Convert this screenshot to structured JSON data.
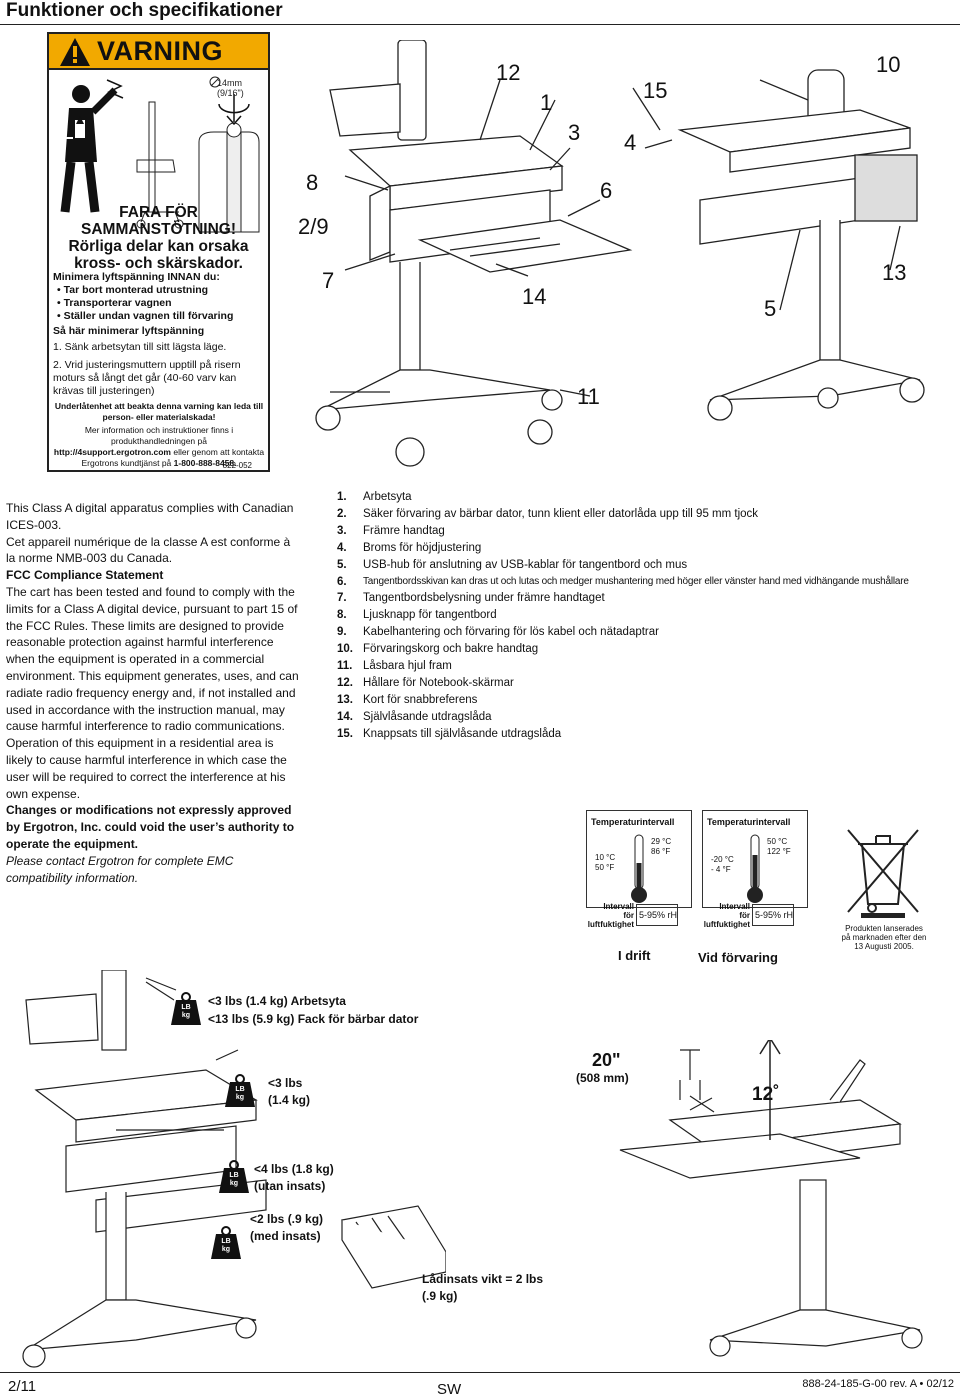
{
  "header": {
    "title": "Funktioner och specifikationer"
  },
  "warning": {
    "heading": "VARNING",
    "size_label": "14mm (9/16\")",
    "fara_lines": [
      "FARA FÖR",
      "SAMMANSTÖTNING!",
      "Rörliga delar kan orsaka",
      "kross- och skärskador."
    ],
    "minimize_intro": "Minimera lyftspänning INNAN du:",
    "bullets": [
      "Tar bort monterad utrustning",
      "Transporterar vagnen",
      "Ställer undan vagnen till förvaring"
    ],
    "how_to": "Så här minimerar lyftspänning",
    "step1": "1. Sänk arbetsytan till sitt lägsta läge.",
    "step2": "2. Vrid justeringsmuttern upptill på risern moturs så långt det går (40-60 varv kan krävas till justeringen)",
    "failure_warning": "Underlåtenhet att beakta denna varning kan leda till person- eller materialskada!",
    "more_info_a": "Mer information och instruktioner finns i produkthandledningen på ",
    "more_info_url": "http://4support.ergotron.com",
    "more_info_b": " eller genom att kontakta Ergotrons kundtjänst på ",
    "more_info_phone": "1-800-888-8458.",
    "label_code": "822-052"
  },
  "callouts": {
    "c8": "8",
    "c29": "2/9",
    "c7": "7",
    "c12": "12",
    "c1": "1",
    "c3": "3",
    "c15": "15",
    "c4": "4",
    "c6": "6",
    "c10": "10",
    "c14": "14",
    "c13": "13",
    "c5": "5",
    "c11": "11"
  },
  "legend": [
    {
      "num": "1.",
      "text": "Arbetsyta"
    },
    {
      "num": "2.",
      "text": "Säker förvaring av bärbar dator, tunn klient eller datorlåda upp till 95 mm tjock"
    },
    {
      "num": "3.",
      "text": "Främre handtag"
    },
    {
      "num": "4.",
      "text": "Broms för höjdjustering"
    },
    {
      "num": "5.",
      "text": "USB-hub för anslutning av USB-kablar för tangentbord och mus"
    },
    {
      "num": "6.",
      "text": "Tangentbordsskivan kan dras ut och lutas och medger mushantering med höger eller vänster hand med vidhängande mushållare"
    },
    {
      "num": "7.",
      "text": "Tangentbordsbelysning under främre handtaget"
    },
    {
      "num": "8.",
      "text": "Ljusknapp för tangentbord"
    },
    {
      "num": "9.",
      "text": "Kabelhantering och förvaring för lös kabel och nätadaptrar"
    },
    {
      "num": "10.",
      "text": "Förvaringskorg och bakre handtag"
    },
    {
      "num": "11.",
      "text": "Låsbara hjul fram"
    },
    {
      "num": "12.",
      "text": "Hållare för Notebook-skärmar"
    },
    {
      "num": "13.",
      "text": "Kort för snabbreferens"
    },
    {
      "num": "14.",
      "text": "Självlåsande utdragslåda"
    },
    {
      "num": "15.",
      "text": "Knappsats till självlåsande utdragslåda"
    }
  ],
  "compliance": {
    "p1": "This Class A digital apparatus complies with Canadian ICES-003.",
    "p2": "Cet appareil numérique de la classe A est conforme à la norme NMB-003 du Canada.",
    "fcc_title": "FCC Compliance Statement",
    "p3": "The cart has been tested and found to comply with the limits for a Class A digital device, pursuant to part 15 of the FCC Rules. These limits are designed to provide reasonable protection against harmful interference when the equipment is operated in a commercial environment. This equipment generates, uses, and can radiate radio frequency energy and, if not installed and used in accordance with the instruction manual, may cause harmful interference to radio communications. Operation of this equipment in a residential area is likely to cause harmful interference in which case the user will be required to correct the interference at his own expense.",
    "p4": "Changes or modifications not expressly approved by Ergotron, Inc. could void the user’s authority to operate the equipment.",
    "p5": "Please contact Ergotron for complete EMC compatibility information."
  },
  "temps": {
    "op": {
      "title": "Temperaturintervall",
      "hi_c": "29 °C",
      "hi_f": "86 °F",
      "lo_c": "10 °C",
      "lo_f": "50 °F",
      "hum_label1": "Intervall",
      "hum_label2": "för",
      "hum_label3": "luftfuktighet",
      "hum": "5-95% rH",
      "caption": "I drift"
    },
    "st": {
      "title": "Temperaturintervall",
      "hi_c": "50 °C",
      "hi_f": "122 °F",
      "lo_c": "-20 °C",
      "lo_f": "- 4 °F",
      "hum_label1": "Intervall",
      "hum_label2": "för",
      "hum_label3": "luftfuktighet",
      "hum": "5-95% rH",
      "caption": "Vid förvaring"
    },
    "weee": "Produkten lanserades på marknaden efter den 13 Augusti 2005."
  },
  "weights": {
    "lb": "LB",
    "kg": "kg",
    "w1a": "<3 lbs (1.4 kg) Arbetsyta",
    "w1b": "<13 lbs (5.9 kg) Fack för bärbar dator",
    "w2a": "<3 lbs",
    "w2b": "(1.4 kg)",
    "w3a": "<4 lbs (1.8 kg)",
    "w3b": "(utan insats)",
    "w4a": "<2 lbs (.9 kg)",
    "w4b": "(med insats)",
    "insert_a": "Lådinsats vikt = 2 lbs",
    "insert_b": "(.9 kg)",
    "dim": "20\"",
    "dim_mm": "(508 mm)",
    "tilt": "12˚"
  },
  "footer": {
    "page": "2/11",
    "lang": "SW",
    "docnum": "888-24-185-G-00 rev. A • 02/12"
  }
}
